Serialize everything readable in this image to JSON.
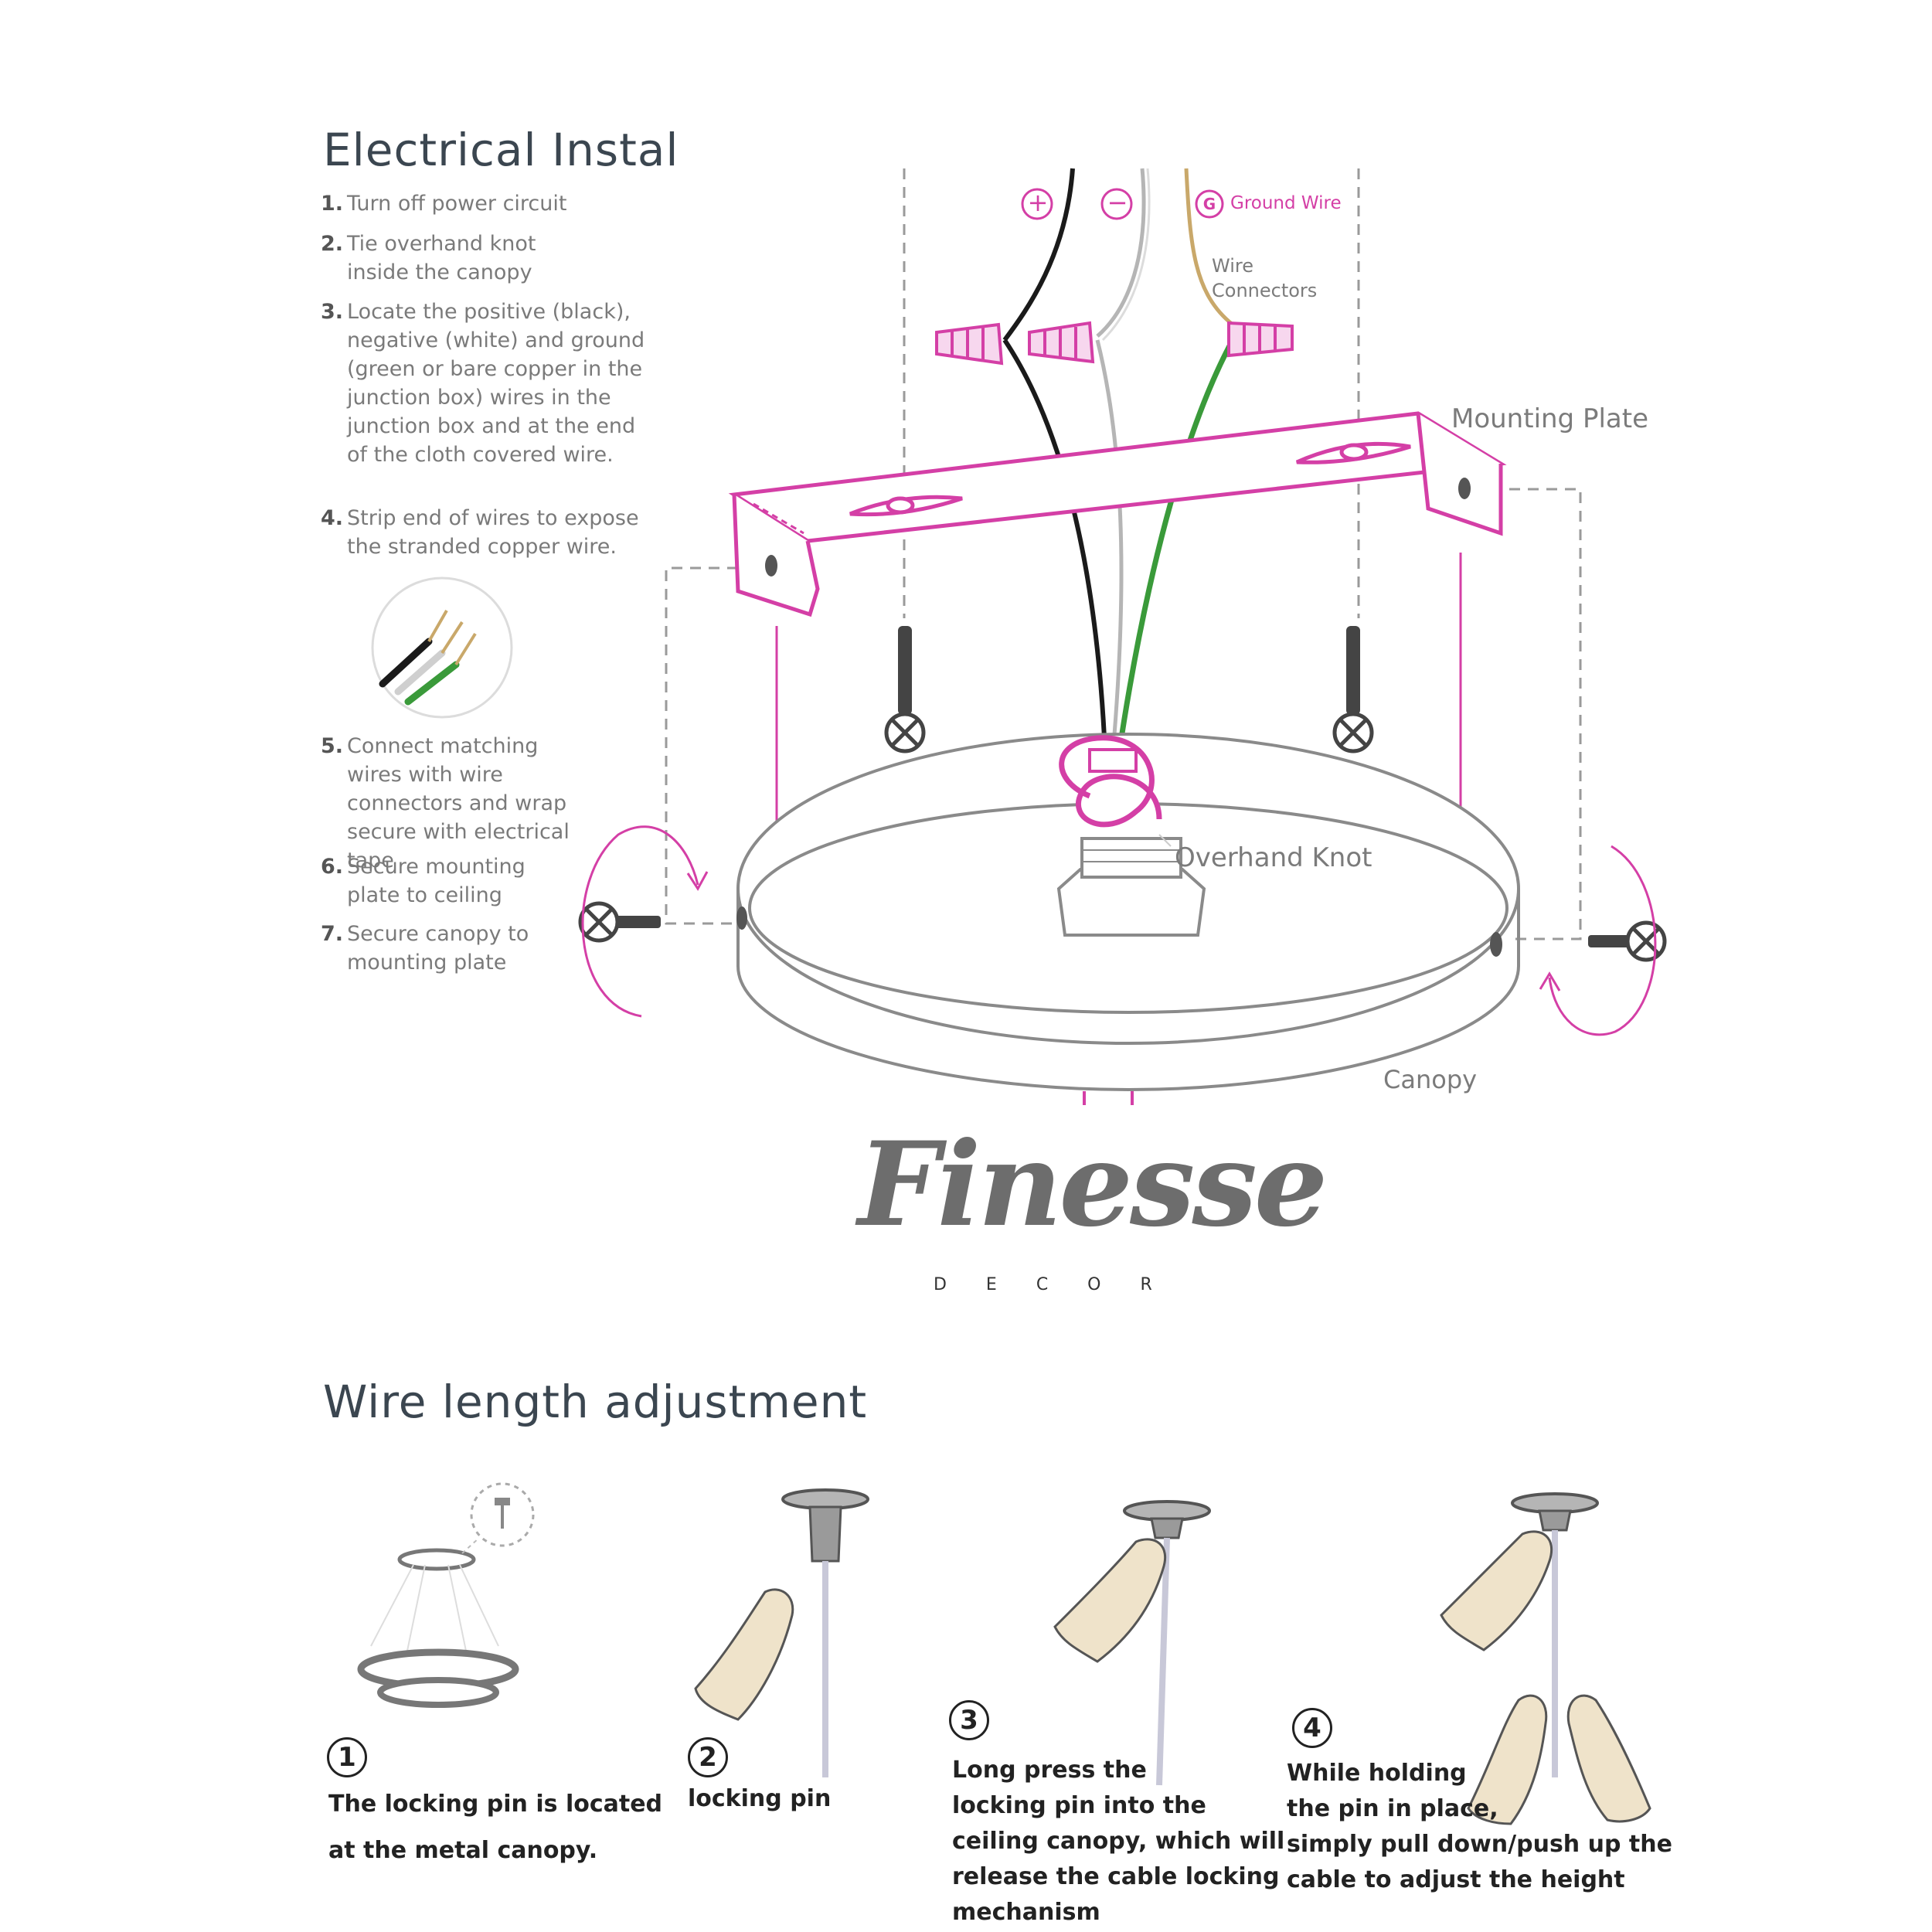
{
  "electrical": {
    "title": "Electrical Instal",
    "steps": [
      {
        "num": "1.",
        "text": "Turn off power circuit"
      },
      {
        "num": "2.",
        "text": "Tie overhand knot inside the canopy"
      },
      {
        "num": "3.",
        "text": "Locate the positive (black), negative (white) and ground (green or bare copper in the junction box) wires in the junction box and at the end of the cloth covered wire."
      },
      {
        "num": "4.",
        "text": "Strip end of wires to expose the stranded copper wire."
      },
      {
        "num": "5.",
        "text": "Connect matching wires with wire connectors and wrap secure with electrical tape"
      },
      {
        "num": "6.",
        "text": "Secure mounting plate to ceiling"
      },
      {
        "num": "7.",
        "text": "Secure canopy to mounting plate"
      }
    ],
    "labels": {
      "plus": "+",
      "minus": "−",
      "ground_badge": "G",
      "ground_wire": "Ground Wire",
      "wire_connectors_1": "Wire",
      "wire_connectors_2": "Connectors",
      "mounting_plate": "Mounting Plate",
      "overhand_knot": "Overhand Knot",
      "canopy": "Canopy"
    },
    "colors": {
      "accent": "#d43fa6",
      "black_wire": "#1a1a1a",
      "ground_wire": "#3a9a3a",
      "outline": "#7a7a7a"
    }
  },
  "brand": {
    "name": "Finesse",
    "sub": "D E C O R"
  },
  "wire_length": {
    "title": "Wire length adjustment",
    "steps": [
      {
        "num": "1",
        "lines": [
          "The locking pin is located",
          "at the metal canopy."
        ]
      },
      {
        "num": "2",
        "lines": [
          "locking pin"
        ]
      },
      {
        "num": "3",
        "lines": [
          "Long press the",
          "locking pin into the",
          "ceiling canopy, which will",
          "release the cable locking",
          "mechanism"
        ]
      },
      {
        "num": "4",
        "lines": [
          "While holding",
          "the pin in place,",
          "simply pull down/push up the",
          "cable to adjust the height"
        ]
      }
    ]
  }
}
